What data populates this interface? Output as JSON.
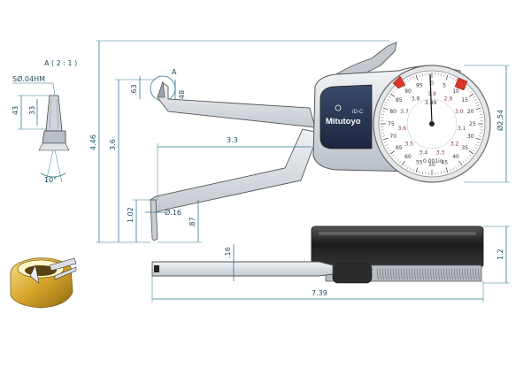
{
  "detail": {
    "title": "A ( 2 : 1 )",
    "sphere_label": "SØ.04HM",
    "dim_43": "43",
    "dim_33": "33",
    "angle_label": "10°"
  },
  "front_view": {
    "detail_marker": "A",
    "dim_63": ".63",
    "dim_48": "48",
    "dim_446": "4.46",
    "dim_36": "3.6",
    "dim_33": "3.3",
    "dim_102": "1.02",
    "dim_phi16": "Ø.16",
    "dim_87": ".87",
    "dim_254": "Ø2.54",
    "brand": "Mitutoyo",
    "gauge_code": "ID-C"
  },
  "dial": {
    "outer_numbers": [
      "0",
      "5",
      "10",
      "15",
      "20",
      "25",
      "30",
      "35",
      "40",
      "45",
      "50",
      "55",
      "60",
      "65",
      "70",
      "75",
      "80",
      "85",
      "90",
      "95"
    ],
    "inner_numbers": [
      "3.9",
      "2.9",
      "3.0",
      "3.1",
      "3.2",
      "3.3",
      "3.4",
      "3.5",
      "3.6",
      "3.7",
      "3.8"
    ],
    "center_text": "3.89",
    "unit_text": "0.001in"
  },
  "side_view": {
    "dim_16": ".16",
    "dim_12": "1.2",
    "dim_739": "7.39"
  }
}
